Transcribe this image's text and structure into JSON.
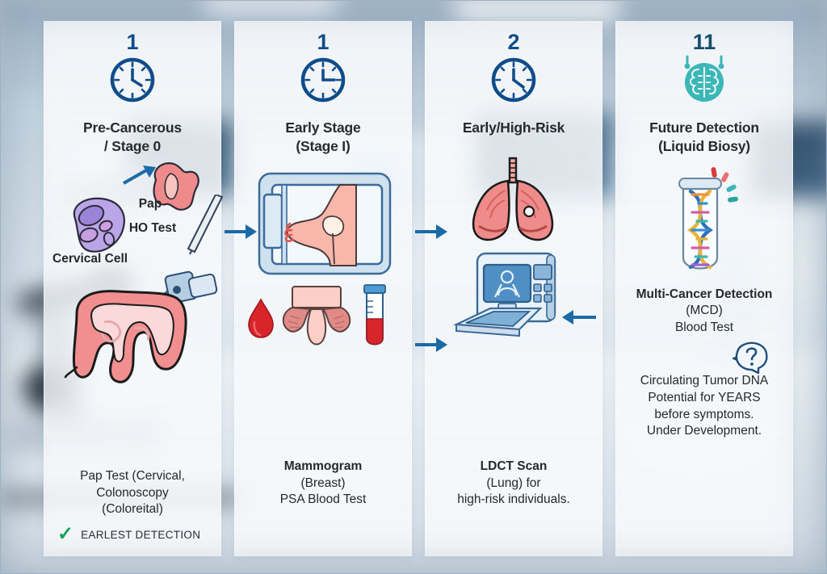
{
  "infographic": {
    "title_alt": "Cancer Detection Timeline",
    "accent_blue": "#1b6aa8",
    "accent_dark_blue": "#0f4c8a",
    "accent_teal": "#3cb6b6",
    "accent_green": "#18a558",
    "accent_pink": "#f08a8a",
    "accent_red": "#d93b3b"
  },
  "columns": [
    {
      "id": "pre-cancerous",
      "number": "1",
      "icon": "clock-icon",
      "title_line1": "Pre-Cancerous",
      "title_line2": "/ Stage 0",
      "inline_labels": [
        {
          "name": "pap-label",
          "text": "Pap"
        },
        {
          "name": "hpv-test-label",
          "text": "HO Test"
        },
        {
          "name": "cervical-cell-label",
          "text": "Cervical Cell"
        }
      ],
      "art_icons": [
        "cervical-cell-icon",
        "cervix-tissue-icon",
        "swab-icon",
        "colon-icon",
        "colonoscope-icon",
        "arrow-right-icon"
      ],
      "caption_lines": [
        "Pap Test (Cervical,",
        "Colonoscopy",
        "(Coloreital)"
      ],
      "badge": {
        "name": "earliest-detection-badge",
        "icon": "check-icon",
        "text": "EARLEST DETECTION"
      }
    },
    {
      "id": "early-stage",
      "number": "1",
      "icon": "clock-icon",
      "title_line1": "Early Stage",
      "title_line2": "(Stage I)",
      "inline_labels": [],
      "art_icons": [
        "mammogram-machine-icon",
        "blood-drop-icon",
        "prostate-icon",
        "test-tube-icon"
      ],
      "caption_lines": [
        "Mammogram",
        "(Breast)",
        "PSA Blood Test"
      ],
      "caption_bold_index": 0,
      "badge": null
    },
    {
      "id": "early-high-risk",
      "number": "2",
      "icon": "clock-icon",
      "title_line1": "Early/High-Risk",
      "title_line2": "",
      "inline_labels": [],
      "art_icons": [
        "lungs-icon",
        "ct-scanner-icon"
      ],
      "caption_lines": [
        "LDCT Scan",
        "(Lung) for",
        "high-risk individuals."
      ],
      "caption_bold_index": 0,
      "badge": null
    },
    {
      "id": "future-detection",
      "number": "11",
      "icon": "brain-icon",
      "title_line1": "Future Detection",
      "title_line2": "(Liquid Biosy)",
      "inline_labels": [],
      "art_icons": [
        "dna-test-tube-icon",
        "question-head-icon"
      ],
      "headline_lines": [
        "Multi-Cancer Detection",
        "(MCD)",
        "Blood Test"
      ],
      "caption_lines": [
        "Circulating Tumor DNA",
        "Potential for YEARS",
        "before symptoms.",
        "Under Development."
      ],
      "badge": null
    }
  ],
  "connectors": [
    {
      "name": "arrow-col1-to-col2",
      "direction": "right"
    },
    {
      "name": "arrow-col2-to-col3",
      "direction": "right"
    },
    {
      "name": "arrow-col2-to-col3-lower",
      "direction": "right"
    },
    {
      "name": "arrow-col4-to-col3",
      "direction": "left"
    },
    {
      "name": "arrow-cell-to-tissue",
      "direction": "right"
    }
  ]
}
